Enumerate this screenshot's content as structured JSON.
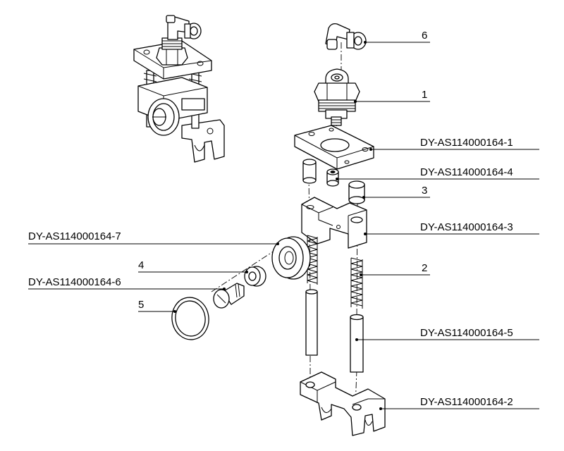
{
  "callouts": {
    "part_6": "6",
    "part_1": "1",
    "part_dy1": "DY-AS114000164-1",
    "part_dy4": "DY-AS114000164-4",
    "part_3": "3",
    "part_dy3": "DY-AS114000164-3",
    "part_dy7": "DY-AS114000164-7",
    "part_4": "4",
    "part_2": "2",
    "part_dy6": "DY-AS114000164-6",
    "part_5": "5",
    "part_dy5": "DY-AS114000164-5",
    "part_dy2": "DY-AS114000164-2"
  }
}
